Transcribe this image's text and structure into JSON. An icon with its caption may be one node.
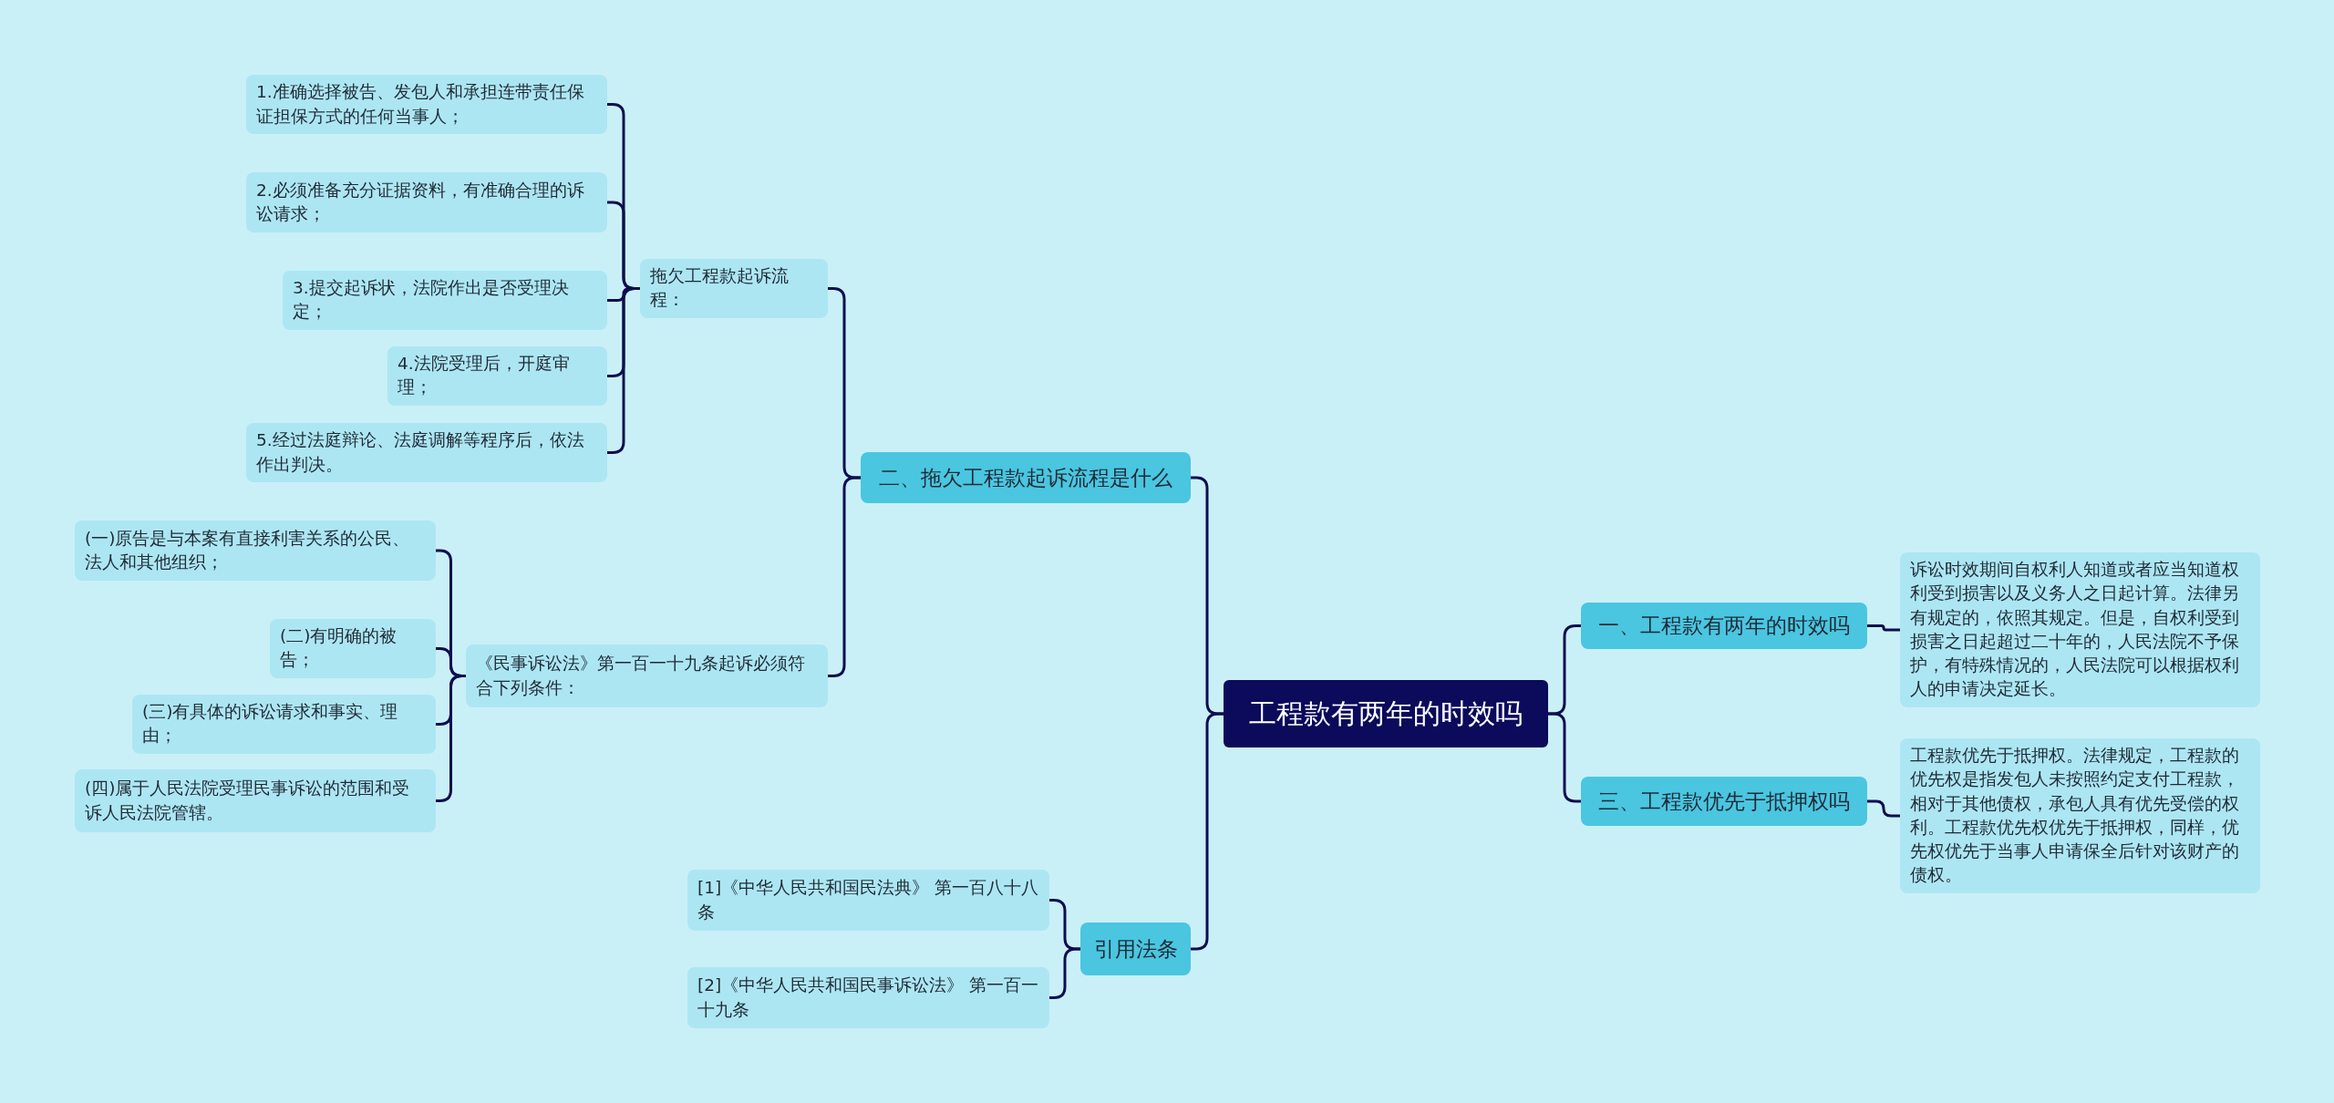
{
  "diagram": {
    "nodes": [
      {
        "text": [
          "工程款有两年的时效吗"
        ]
      },
      {
        "text": [
          "一、工程款有两年的时效吗"
        ]
      },
      {
        "text": [
          "诉讼时效期间自权利人知道或者应当知道权利受到损害以及义务人之日起计算。法律另有规定的，依照其规定。但是，自权利受到损害之日起超过二十年的，人民法院不予保护，有特殊情况的，人民法院可以根据权利人的申请决定延长。"
        ]
      },
      {
        "text": [
          "三、工程款优先于抵押权吗"
        ]
      },
      {
        "text": [
          "工程款优先于抵押权。法律规定，工程款的优先权是指发包人未按照约定支付工程款，相对于其他债权，承包人具有优先受偿的权利。工程款优先权优先于抵押权，同样，优先权优先于当事人申请保全后针对该财产的债权。"
        ]
      },
      {
        "text": [
          "二、拖欠工程款起诉流程是什么"
        ]
      },
      {
        "text": [
          "拖欠工程款起诉流程："
        ]
      },
      {
        "text": [
          "1.准确选择被告、发包人和承担连带责任保证担保方式的任何当事人；"
        ]
      },
      {
        "text": [
          "2.必须准备充分证据资料，有准确合理的诉讼请求；"
        ]
      },
      {
        "text": [
          "3.提交起诉状，法院作出是否受理决定；"
        ]
      },
      {
        "text": [
          "4.法院受理后，开庭审理；"
        ]
      },
      {
        "text": [
          "5.经过法庭辩论、法庭调解等程序后，依法作出判决。"
        ]
      },
      {
        "text": [
          "《民事诉讼法》第一百一十九条起诉必须符合下列条件："
        ]
      },
      {
        "text": [
          "(一)原告是与本案有直接利害关系的公民、法人和其他组织；"
        ]
      },
      {
        "text": [
          "(二)有明确的被告；"
        ]
      },
      {
        "text": [
          "(三)有具体的诉讼请求和事实、理由；"
        ]
      },
      {
        "text": [
          "(四)属于人民法院受理民事诉讼的范围和受诉人民法院管辖。"
        ]
      },
      {
        "text": [
          "引用法条"
        ]
      },
      {
        "text": [
          "[1]《中华人民共和国民法典》 第一百八十八条"
        ]
      },
      {
        "text": [
          "[2]《中华人民共和国民事诉讼法》 第一百一十九条"
        ]
      }
    ],
    "edges": [
      {
        "from": 0,
        "to": 1,
        "arrow": "none"
      },
      {
        "from": 1,
        "to": 2,
        "arrow": "none"
      },
      {
        "from": 0,
        "to": 3,
        "arrow": "none"
      },
      {
        "from": 3,
        "to": 4,
        "arrow": "none"
      },
      {
        "from": 0,
        "to": 5,
        "arrow": "none"
      },
      {
        "from": 5,
        "to": 6,
        "arrow": "none"
      },
      {
        "from": 6,
        "to": 7,
        "arrow": "none"
      },
      {
        "from": 6,
        "to": 8,
        "arrow": "none"
      },
      {
        "from": 6,
        "to": 9,
        "arrow": "none"
      },
      {
        "from": 6,
        "to": 10,
        "arrow": "none"
      },
      {
        "from": 6,
        "to": 11,
        "arrow": "none"
      },
      {
        "from": 5,
        "to": 12,
        "arrow": "none"
      },
      {
        "from": 12,
        "to": 13,
        "arrow": "none"
      },
      {
        "from": 12,
        "to": 14,
        "arrow": "none"
      },
      {
        "from": 12,
        "to": 15,
        "arrow": "none"
      },
      {
        "from": 12,
        "to": 16,
        "arrow": "none"
      },
      {
        "from": 0,
        "to": 17,
        "arrow": "none"
      },
      {
        "from": 17,
        "to": 18,
        "arrow": "none"
      },
      {
        "from": 17,
        "to": 19,
        "arrow": "none"
      }
    ]
  }
}
